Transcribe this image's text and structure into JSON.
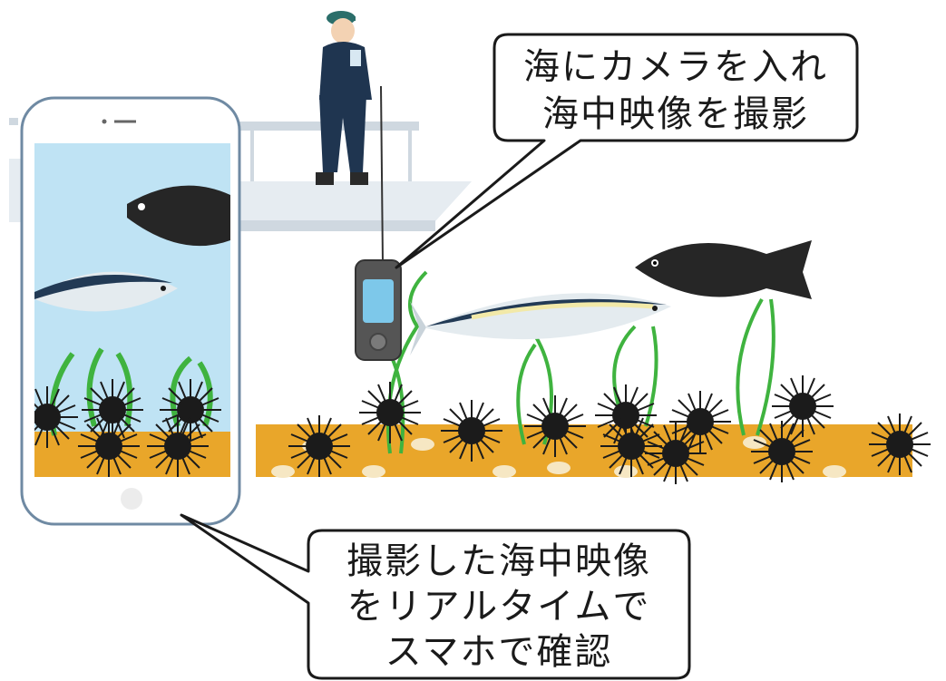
{
  "callouts": {
    "camera_note": {
      "lines": [
        "海にカメラを入れ",
        "海中映像を撮影"
      ]
    },
    "phone_note": {
      "lines": [
        "撮影した海中映像",
        "をリアルタイムで",
        "スマホで確認"
      ]
    }
  },
  "colors": {
    "sea_bed": "#e9a62a",
    "water": "#bfe3f4",
    "seaweed": "#3fb33f",
    "urchin": "#1b1b1b",
    "boat": "#e8edf2",
    "outline": "#1a1a1a"
  },
  "icons": [
    "fisherman",
    "boat",
    "underwater-camera",
    "smartphone",
    "black-rockfish",
    "tuna",
    "sea-urchin",
    "seaweed"
  ]
}
